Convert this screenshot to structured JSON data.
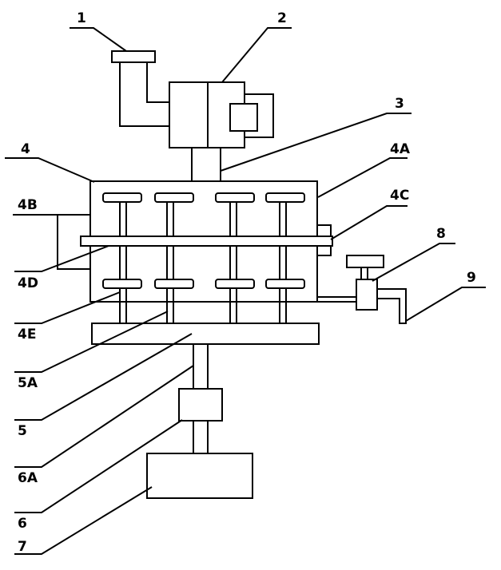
{
  "labels": {
    "l1": "1",
    "l2": "2",
    "l3": "3",
    "l4": "4",
    "l4A": "4A",
    "l4B": "4B",
    "l4C": "4C",
    "l4D": "4D",
    "l4E": "4E",
    "l5A": "5A",
    "l5": "5",
    "l6A": "6A",
    "l6": "6",
    "l7": "7",
    "l8": "8",
    "l9": "9"
  }
}
